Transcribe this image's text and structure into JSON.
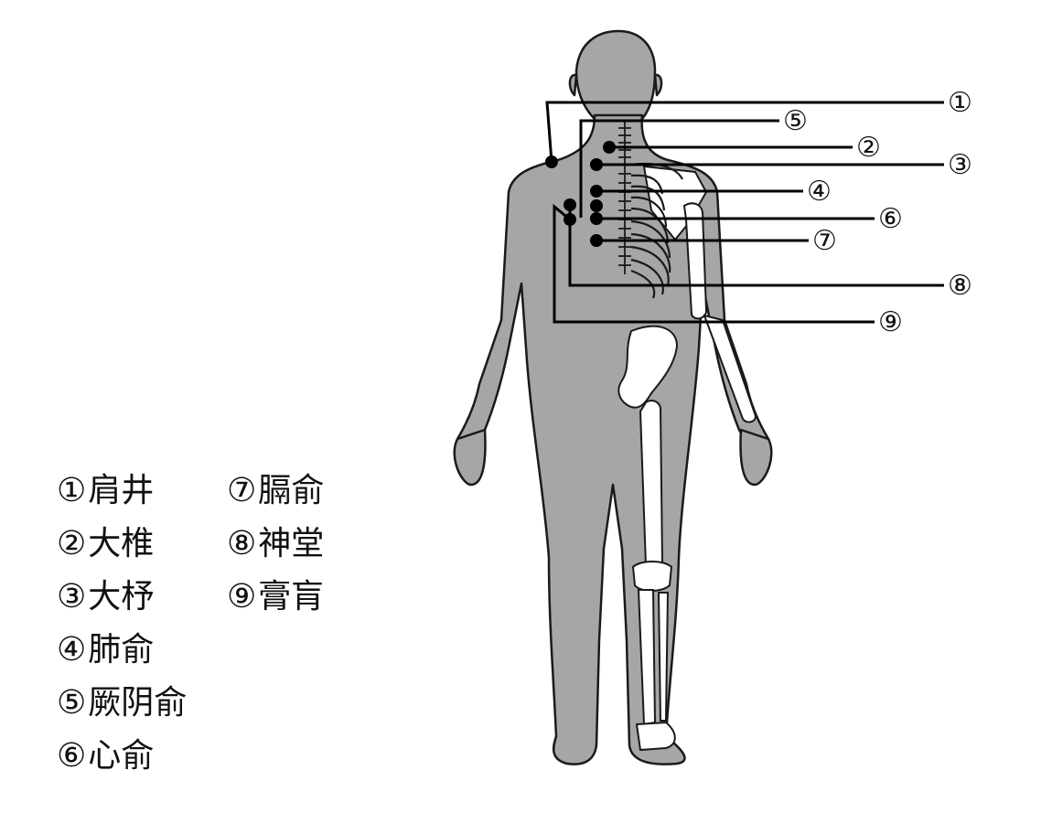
{
  "figure": {
    "colors": {
      "body": "#a6a6a6",
      "bone": "#ffffff",
      "outline": "#1a1a1a",
      "line": "#000000"
    },
    "callouts": [
      {
        "num": "①",
        "name": "肩井"
      },
      {
        "num": "②",
        "name": "大椎"
      },
      {
        "num": "③",
        "name": "大杼"
      },
      {
        "num": "④",
        "name": "肺俞"
      },
      {
        "num": "⑤",
        "name": "厥阴俞"
      },
      {
        "num": "⑥",
        "name": "心俞"
      },
      {
        "num": "⑦",
        "name": "膈俞"
      },
      {
        "num": "⑧",
        "name": "神堂"
      },
      {
        "num": "⑨",
        "name": "膏肓"
      }
    ]
  }
}
